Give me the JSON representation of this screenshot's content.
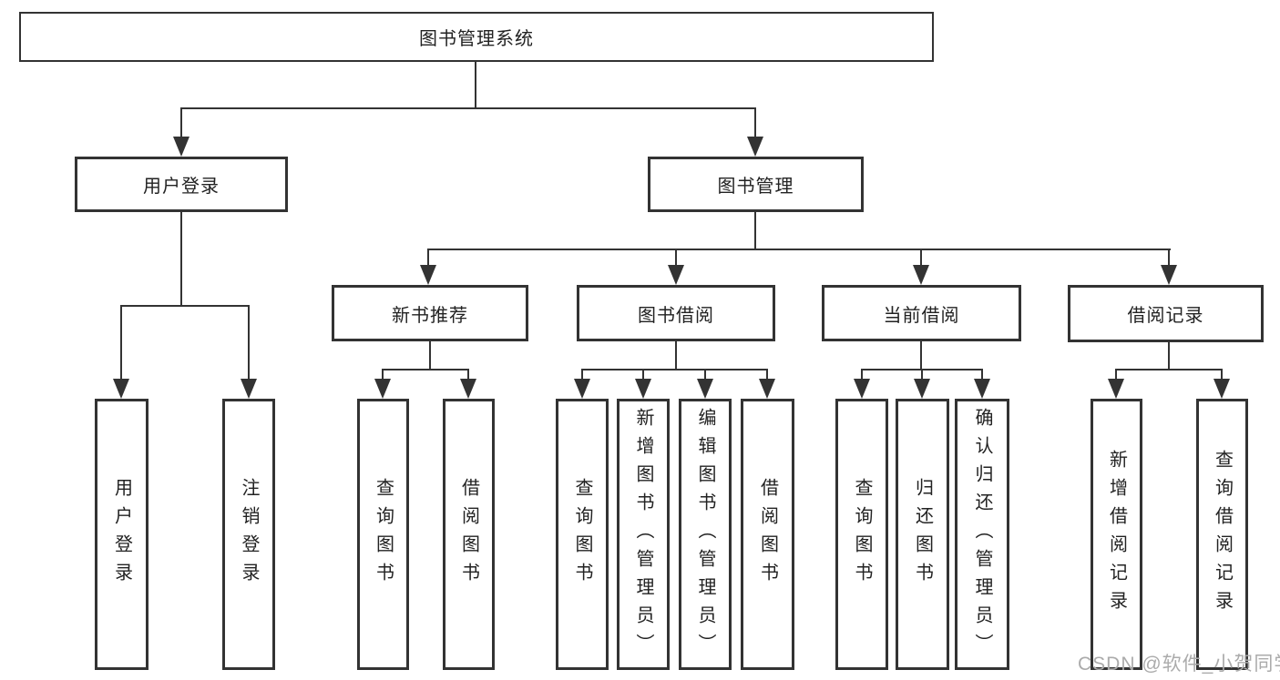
{
  "diagram": {
    "root": {
      "label": "图书管理系统"
    },
    "branches": [
      {
        "label": "用户登录",
        "children": [
          {
            "label": "用户登录"
          },
          {
            "label": "注销登录"
          }
        ]
      },
      {
        "label": "图书管理",
        "children": [
          {
            "label": "新书推荐",
            "children": [
              {
                "label": "查询图书"
              },
              {
                "label": "借阅图书"
              }
            ]
          },
          {
            "label": "图书借阅",
            "children": [
              {
                "label": "查询图书"
              },
              {
                "label": "新增图书（管理员）"
              },
              {
                "label": "编辑图书（管理员）"
              },
              {
                "label": "借阅图书"
              }
            ]
          },
          {
            "label": "当前借阅",
            "children": [
              {
                "label": "查询图书"
              },
              {
                "label": "归还图书"
              },
              {
                "label": "确认归还（管理员）"
              }
            ]
          },
          {
            "label": "借阅记录",
            "children": [
              {
                "label": "新增借阅记录"
              },
              {
                "label": "查询借阅记录"
              }
            ]
          }
        ]
      }
    ]
  },
  "watermark": {
    "text": "CSDN @软件_小贺同学"
  },
  "colors": {
    "line": "#333333",
    "text": "#222222",
    "watermark": "#ababab",
    "background": "#ffffff"
  }
}
